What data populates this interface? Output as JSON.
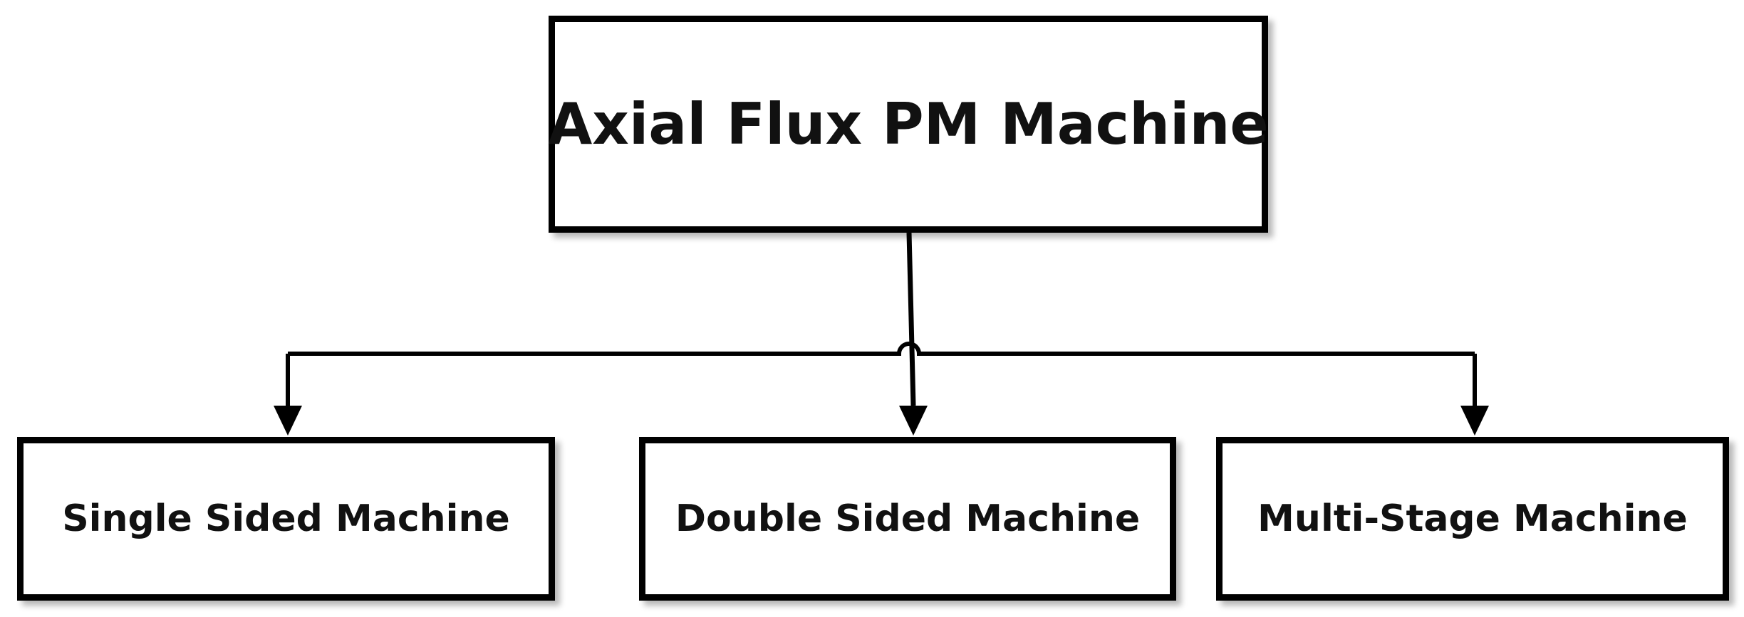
{
  "diagram": {
    "root": {
      "label": "Axial Flux PM Machine"
    },
    "children": [
      {
        "label": "Single Sided Machine"
      },
      {
        "label": "Double Sided Machine"
      },
      {
        "label": "Multi-Stage Machine"
      }
    ],
    "colors": {
      "stroke": "#000000",
      "text": "#111111",
      "background": "#ffffff"
    }
  }
}
